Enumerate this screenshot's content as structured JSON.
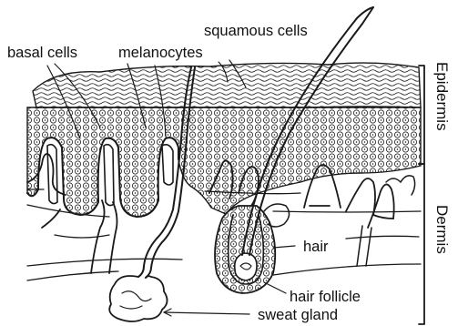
{
  "labels": {
    "squamous_cells": "squamous cells",
    "basal_cells": "basal cells",
    "melanocytes": "melanocytes",
    "hair": "hair",
    "hair_follicle": "hair follicle",
    "sweat_gland": "sweat gland"
  },
  "layers": {
    "epidermis": "Epidermis",
    "dermis": "Dermis"
  },
  "colors": {
    "ink": "#1a1a1a",
    "background": "#ffffff"
  }
}
